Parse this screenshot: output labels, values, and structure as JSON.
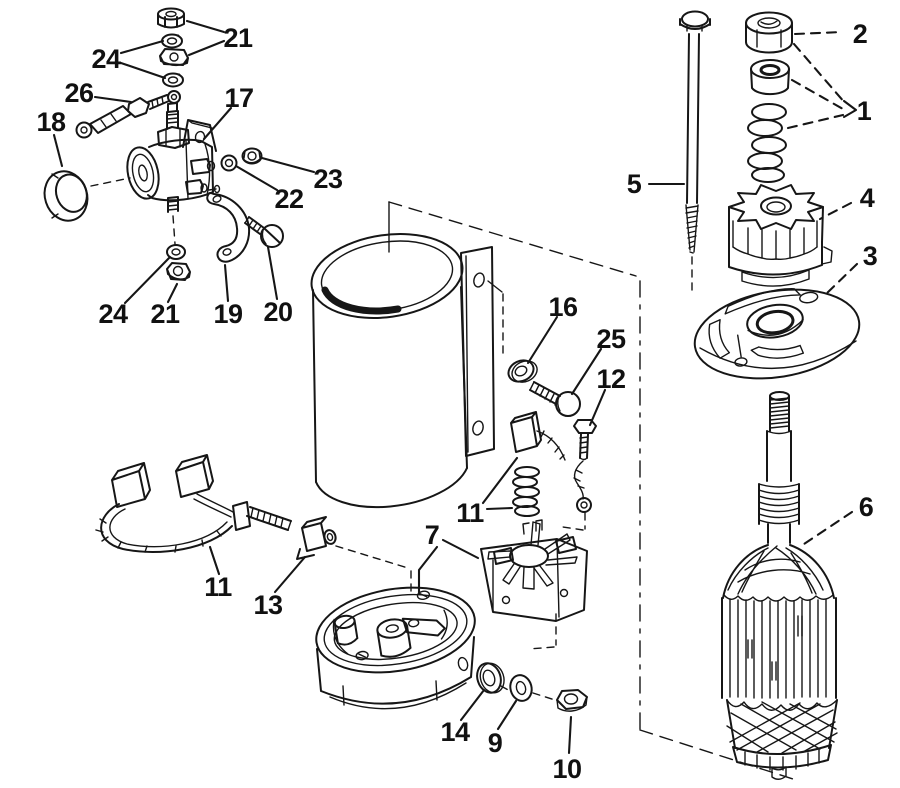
{
  "colors": {
    "background": "#ffffff",
    "ink": "#161616",
    "label": "#111111"
  },
  "callouts": [
    {
      "label": "1"
    },
    {
      "label": "2"
    },
    {
      "label": "3"
    },
    {
      "label": "4"
    },
    {
      "label": "5"
    },
    {
      "label": "6"
    },
    {
      "label": "7"
    },
    {
      "label": "9"
    },
    {
      "label": "10"
    },
    {
      "label": "11"
    },
    {
      "label": "11"
    },
    {
      "label": "12"
    },
    {
      "label": "13"
    },
    {
      "label": "14"
    },
    {
      "label": "16"
    },
    {
      "label": "17"
    },
    {
      "label": "18"
    },
    {
      "label": "19"
    },
    {
      "label": "20"
    },
    {
      "label": "21"
    },
    {
      "label": "21"
    },
    {
      "label": "22"
    },
    {
      "label": "23"
    },
    {
      "label": "24"
    },
    {
      "label": "24"
    },
    {
      "label": "25"
    },
    {
      "label": "26"
    }
  ]
}
